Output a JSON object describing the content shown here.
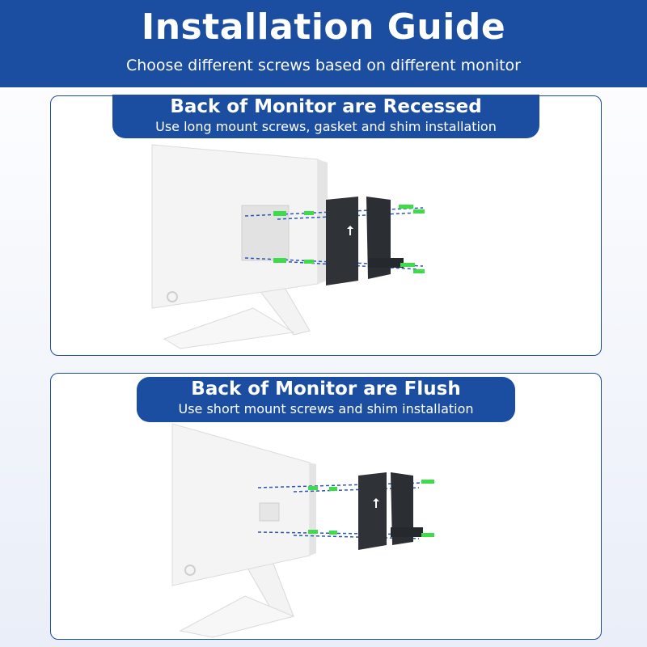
{
  "header": {
    "title": "Installation Guide",
    "subtitle": "Choose different screws based on different monitor"
  },
  "sections": [
    {
      "title": "Back of Monitor are Recessed",
      "subtitle": "Use long mount screws, gasket and shim installation"
    },
    {
      "title": "Back of Monitor are Flush",
      "subtitle": "Use short mount screws and shim installation"
    }
  ],
  "colors": {
    "brand_blue": "#1b4da0",
    "screw_glow": "#3fdc4a",
    "bracket": "#2f3237"
  },
  "icons": [
    "monitor-icon",
    "vesa-bracket-icon",
    "screw-icon"
  ]
}
